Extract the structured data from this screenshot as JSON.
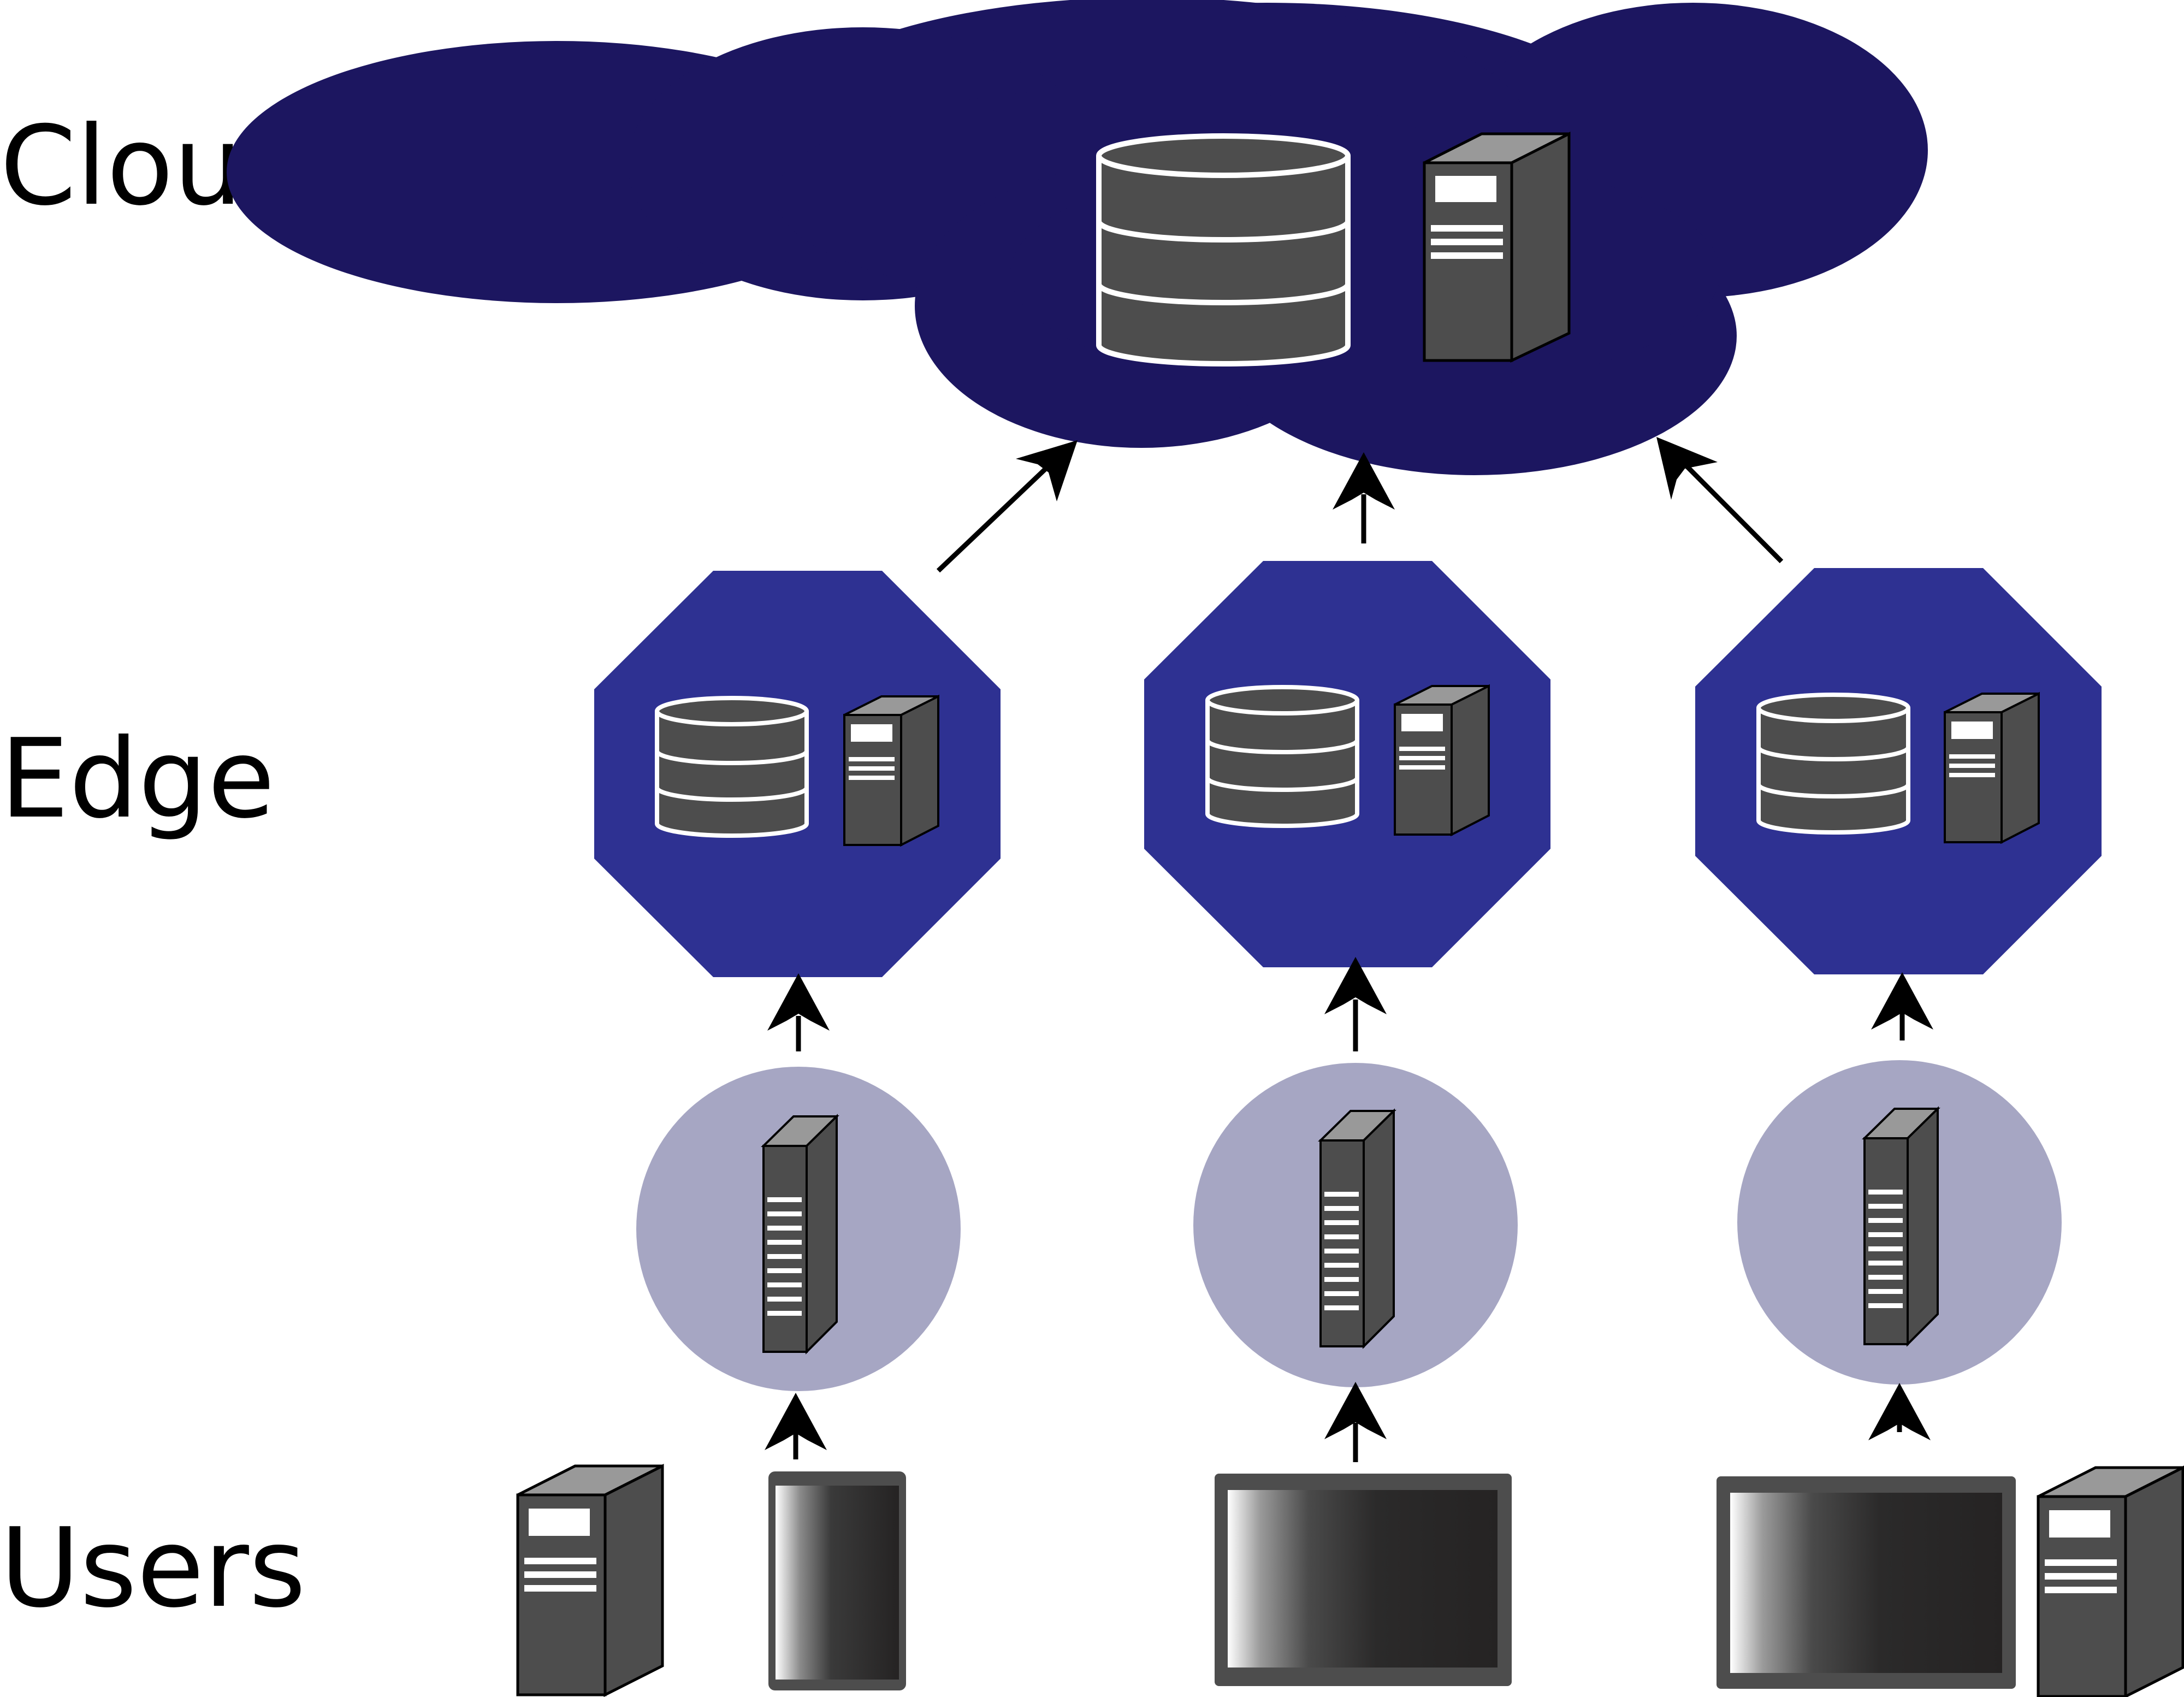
{
  "labels": {
    "cloud": "Cloud",
    "edge": "Edge",
    "users": "Users"
  },
  "colors": {
    "cloud_fill": "#1c1660",
    "edge_fill": "#2e3192",
    "fog_fill": "#a6a6c3",
    "server_front": "#4d4d4d",
    "server_top": "#999999",
    "screen_frame": "#4d4d4d",
    "arrow": "#000000"
  },
  "icons": {
    "cloud_tier": [
      "database-icon",
      "server-tower-icon"
    ],
    "edge_tier": [
      "database-icon",
      "server-tower-icon"
    ],
    "fog_tier": [
      "rack-server-icon"
    ],
    "user_tier": [
      "desktop-tower-icon",
      "tablet-icon",
      "monitor-icon",
      "monitor-icon",
      "desktop-tower-icon"
    ]
  }
}
